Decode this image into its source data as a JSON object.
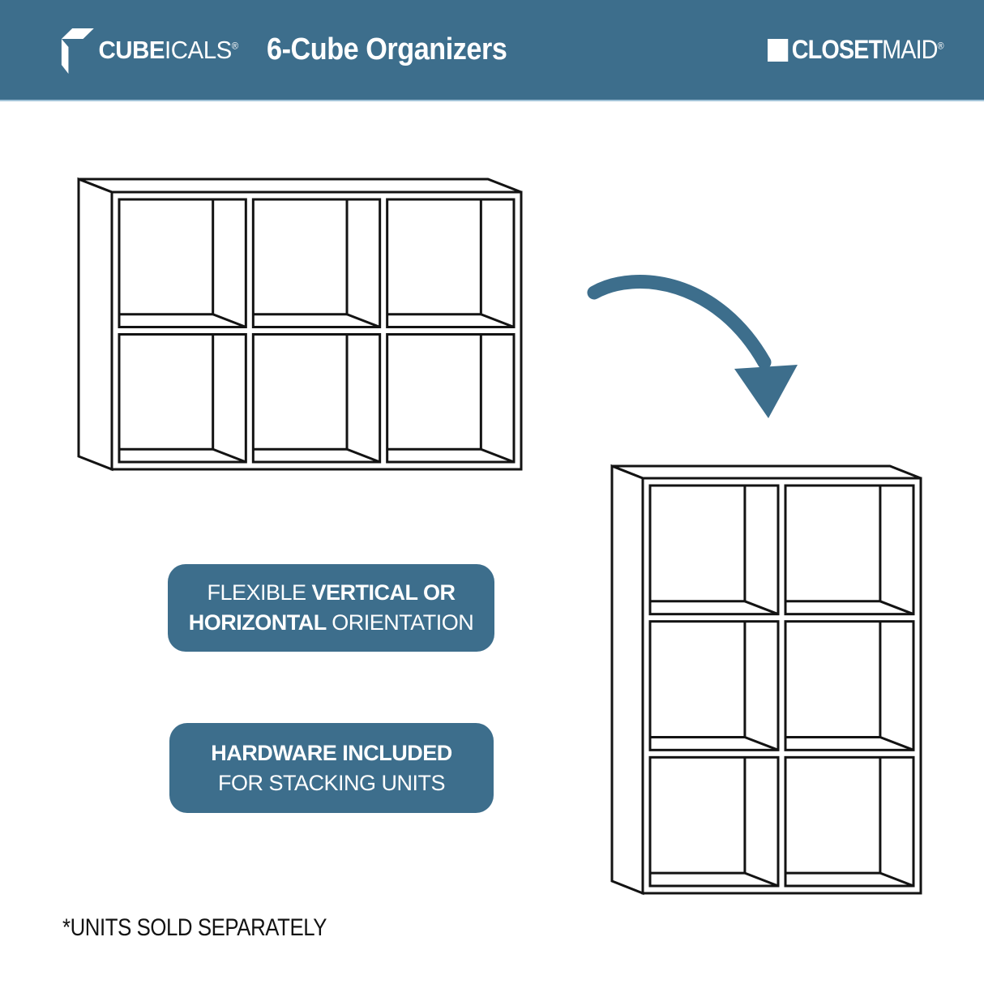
{
  "page": {
    "background": "#ffffff"
  },
  "colors": {
    "brand_blue": "#3d6e8c",
    "header_underline": "#a3c4d8",
    "line_black": "#131313",
    "white": "#ffffff"
  },
  "header": {
    "cubeicals_logo": {
      "bold_part": "CUBE",
      "light_part": "ICALS",
      "trademark": "®"
    },
    "title": "6-Cube Organizers",
    "closetmaid_logo": {
      "bold_part": "CLOSET",
      "light_part": "MAID",
      "trademark": "®"
    }
  },
  "illustrations": {
    "horizontal_organizer": {
      "name": "6-cube organizer shown in horizontal orientation",
      "columns": 3,
      "rows": 2
    },
    "vertical_organizer": {
      "name": "6-cube organizer shown in vertical orientation",
      "columns": 2,
      "rows": 3
    },
    "arrow": {
      "name": "curved arrow pointing from horizontal unit to vertical unit"
    }
  },
  "callouts": [
    {
      "lines": [
        {
          "segments": [
            {
              "text": "FLEXIBLE ",
              "bold": false
            },
            {
              "text": "VERTICAL OR",
              "bold": true
            }
          ]
        },
        {
          "segments": [
            {
              "text": "HORIZONTAL ",
              "bold": true
            },
            {
              "text": "ORIENTATION",
              "bold": false
            }
          ]
        }
      ]
    },
    {
      "lines": [
        {
          "segments": [
            {
              "text": "HARDWARE INCLUDED",
              "bold": true
            }
          ]
        },
        {
          "segments": [
            {
              "text": "FOR STACKING UNITS",
              "bold": false
            }
          ]
        }
      ]
    }
  ],
  "footnote": "*UNITS SOLD SEPARATELY"
}
